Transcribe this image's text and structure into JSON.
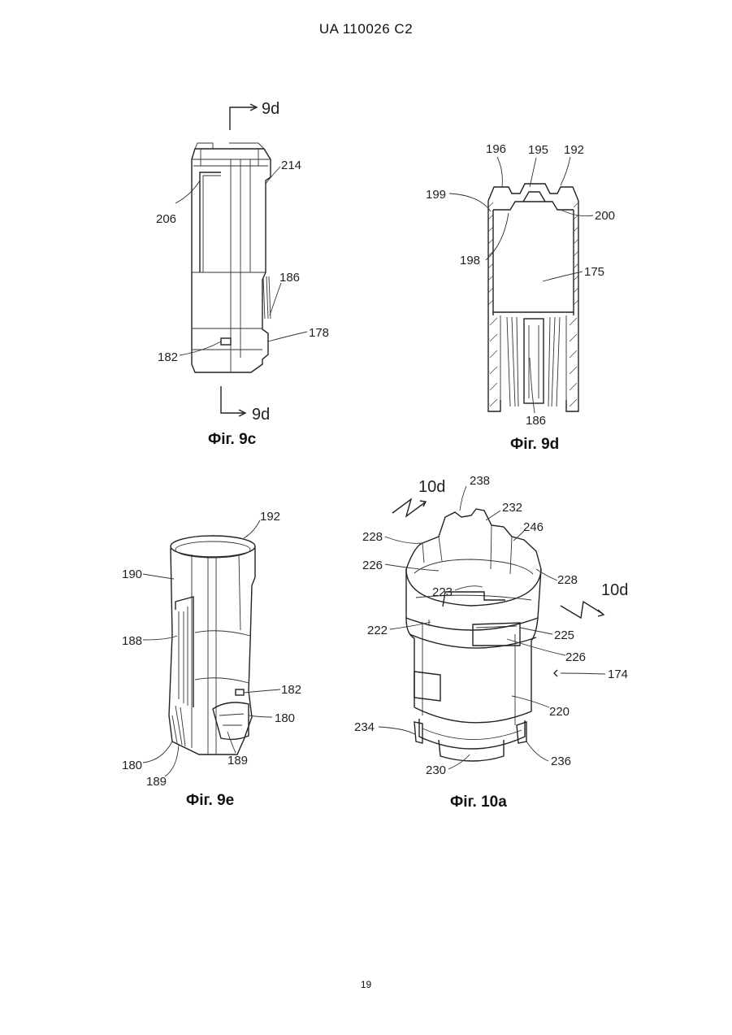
{
  "header": {
    "text": "UA   110026   C2"
  },
  "page_number": "19",
  "figures": {
    "fig9c": {
      "caption": "Фіг. 9c",
      "section_top": "9d",
      "section_bottom": "9d",
      "labels": {
        "l214": "214",
        "l206": "206",
        "l186": "186",
        "l178": "178",
        "l182": "182"
      }
    },
    "fig9d": {
      "caption": "Фіг. 9d",
      "labels": {
        "l196": "196",
        "l195": "195",
        "l192": "192",
        "l199": "199",
        "l200": "200",
        "l198": "198",
        "l175": "175",
        "l186": "186"
      }
    },
    "fig9e": {
      "caption": "Фіг. 9e",
      "labels": {
        "l192": "192",
        "l190": "190",
        "l188": "188",
        "l182": "182",
        "l180a": "180",
        "l180b": "180",
        "l189a": "189",
        "l189b": "189"
      }
    },
    "fig10a": {
      "caption": "Фіг. 10a",
      "section_a": "10d",
      "section_b": "10d",
      "labels": {
        "l238": "238",
        "l232": "232",
        "l246": "246",
        "l228a": "228",
        "l228b": "228",
        "l226a": "226",
        "l226b": "226",
        "l223": "223",
        "l222": "222",
        "l225": "225",
        "l174": "174",
        "l220": "220",
        "l234": "234",
        "l236": "236",
        "l230": "230"
      }
    }
  }
}
